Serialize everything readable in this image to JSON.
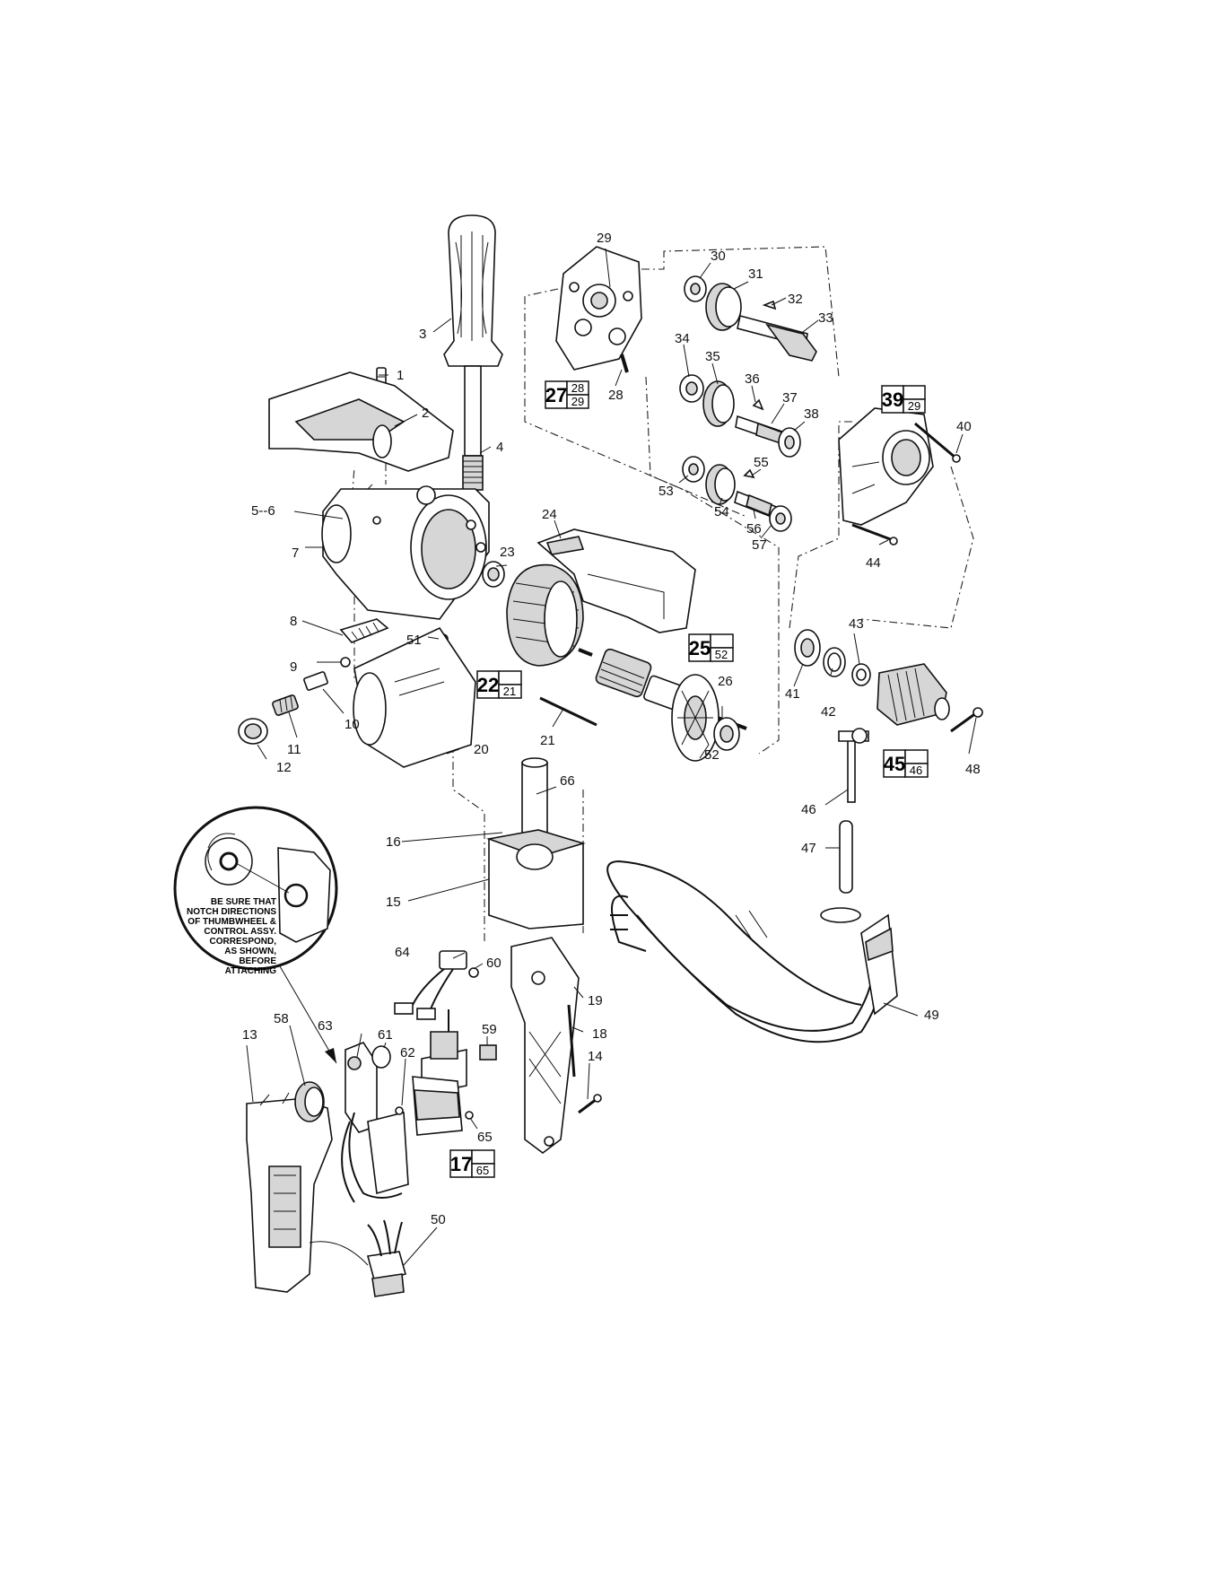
{
  "diagram": {
    "callouts": [
      "1",
      "2",
      "3",
      "4",
      "5--6",
      "7",
      "8",
      "9",
      "10",
      "11",
      "12",
      "13",
      "14",
      "15",
      "16",
      "18",
      "19",
      "20",
      "21",
      "23",
      "24",
      "26",
      "28",
      "29",
      "30",
      "31",
      "32",
      "33",
      "34",
      "35",
      "36",
      "37",
      "38",
      "40",
      "41",
      "42",
      "43",
      "44",
      "46",
      "47",
      "48",
      "49",
      "50",
      "51",
      "52",
      "53",
      "54",
      "55",
      "56",
      "57",
      "58",
      "59",
      "60",
      "61",
      "62",
      "63",
      "64",
      "66"
    ],
    "assembly_boxes": [
      {
        "main": "27",
        "subs": [
          "28",
          "29"
        ]
      },
      {
        "main": "39",
        "subs": [
          "",
          "29"
        ]
      },
      {
        "main": "25",
        "subs": [
          "",
          "52"
        ]
      },
      {
        "main": "22",
        "subs": [
          "",
          "21"
        ]
      },
      {
        "main": "45",
        "subs": [
          "",
          "46"
        ]
      },
      {
        "main": "17",
        "subs": [
          "",
          "65"
        ]
      }
    ],
    "note_lines": [
      "BE SURE THAT",
      "NOTCH DIRECTIONS",
      "OF THUMBWHEEL &",
      "CONTROL ASSY.",
      "CORRESPOND,",
      "AS SHOWN,",
      "BEFORE",
      "ATTACHING"
    ]
  }
}
